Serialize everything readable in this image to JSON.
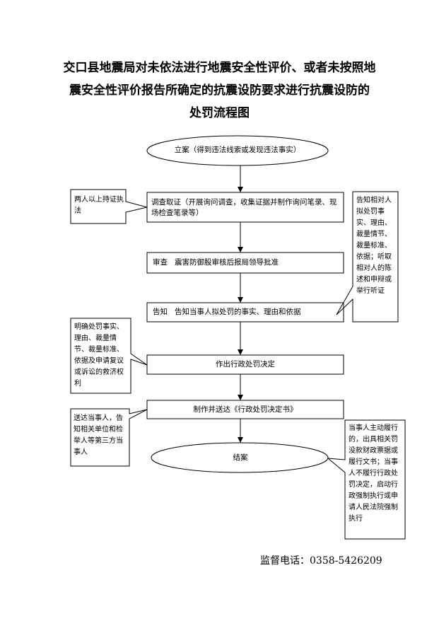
{
  "title": {
    "line1": "交口县地震局对未依法进行地震安全性评价、或者未按照地",
    "line2": "震安全性评价报告所确定的抗震设防要求进行抗震设防的",
    "line3": "处罚流程图"
  },
  "flow": {
    "start": "立案（得到违法线索或发现违法事实）",
    "investigate": "调查取证（开展询问调查，收集证据并制作询问笔录、现场检查笔录等）",
    "review": "审查   震害防御股审核后报局领导批准",
    "notify": "告知   告知当事人拟处罚的事实、理由和依据",
    "decision": "作出行政处罚决定",
    "deliver": "制作并送达《行政处罚决定书》",
    "end": "结案"
  },
  "notes": {
    "two_people": "两人以上持证执法",
    "inform_party": "告知相对人拟处罚事实、理由、裁量情节、裁量标准、依据；听取相对人的陈述和申辩或举行听证",
    "clarify": "明确处罚事实、理由、裁量情节、裁量标准、依据及申请复议或诉讼的救济权利",
    "send": "送达当事人，告知相关单位和检举人等第三方当事人",
    "enforce": "当事人主动履行的，出具相关罚没款财政票据或履行文书；当事人不履行行政处罚决定，启动行政强制执行或申请人民法院强制执行"
  },
  "footer": "监督电话：0358-5426209"
}
